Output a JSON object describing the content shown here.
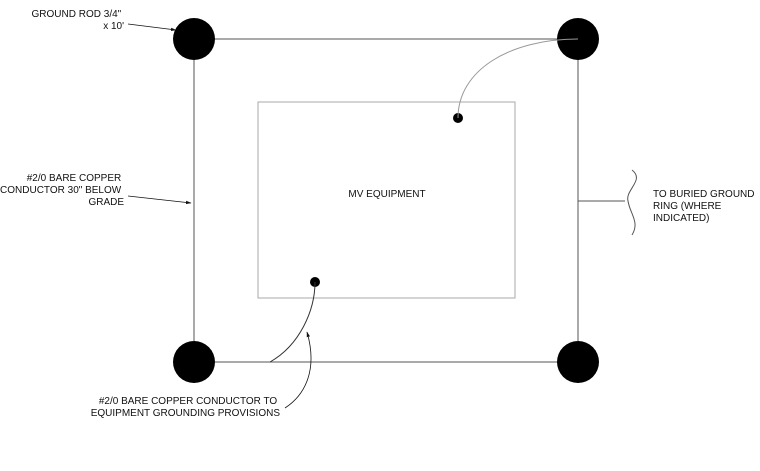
{
  "diagram": {
    "ground_rod_label": [
      "GROUND ROD 3/4\"",
      "x 10'"
    ],
    "conductor_label": [
      "#2/0 BARE COPPER",
      "CONDUCTOR 30\" BELOW",
      "GRADE"
    ],
    "equipment_label": "MV EQUIPMENT",
    "buried_ring_label": [
      "TO BURIED GROUND",
      "RING (WHERE",
      "INDICATED)"
    ],
    "equipment_conductor_label": [
      "#2/0 BARE COPPER CONDUCTOR TO",
      "EQUIPMENT GROUNDING PROVISIONS"
    ],
    "colors": {
      "line": "#111111",
      "light_line": "#999999",
      "rod": "#000000",
      "background": "#ffffff"
    }
  }
}
